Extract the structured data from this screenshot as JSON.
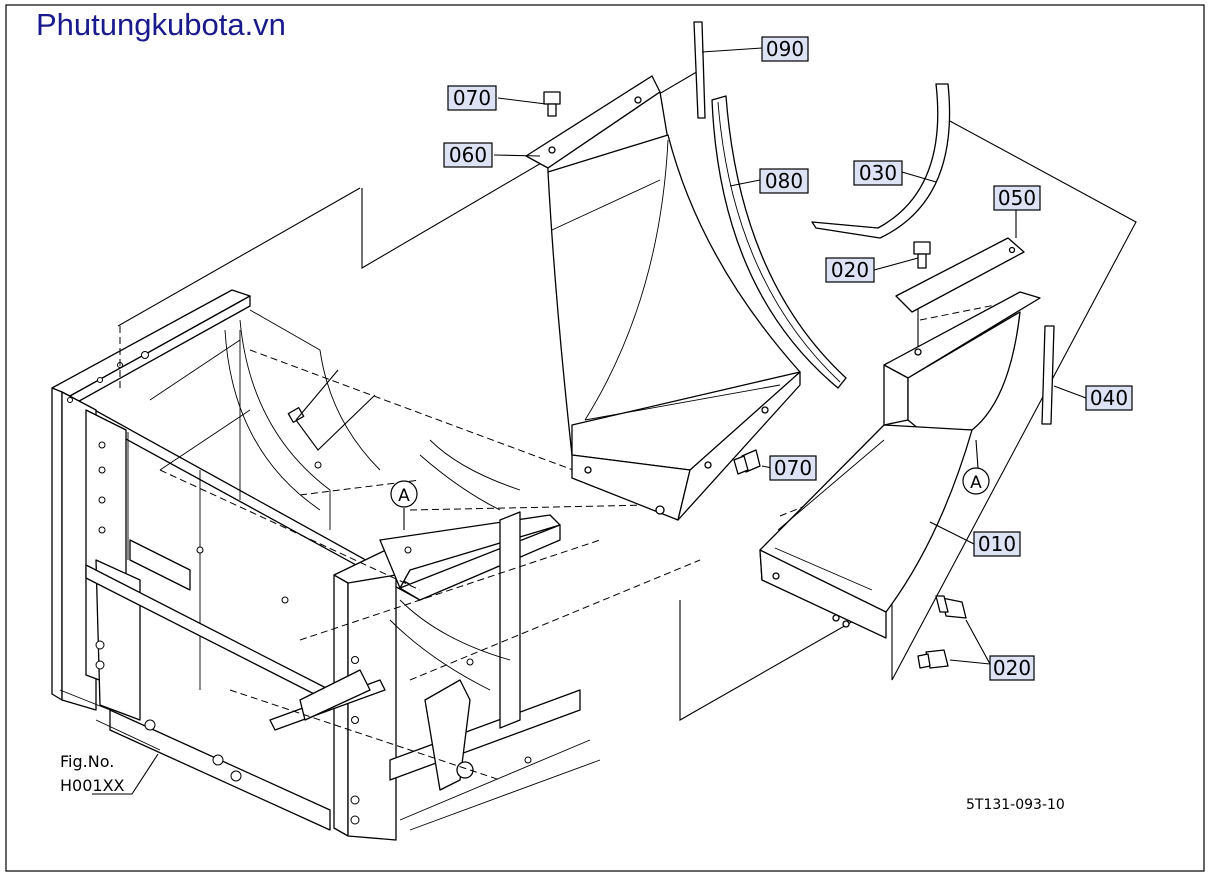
{
  "watermark": "Phutungkubota.vn",
  "callouts": {
    "c010": "010",
    "c020a": "020",
    "c020b": "020",
    "c030": "030",
    "c040": "040",
    "c050": "050",
    "c060": "060",
    "c070a": "070",
    "c070b": "070",
    "c080": "080",
    "c090": "090"
  },
  "ref_marks": {
    "a1": "A",
    "a2": "A"
  },
  "fig_ref": {
    "line1": "Fig.No.",
    "line2": "H001XX"
  },
  "drawing_code": "5T131-093-10"
}
